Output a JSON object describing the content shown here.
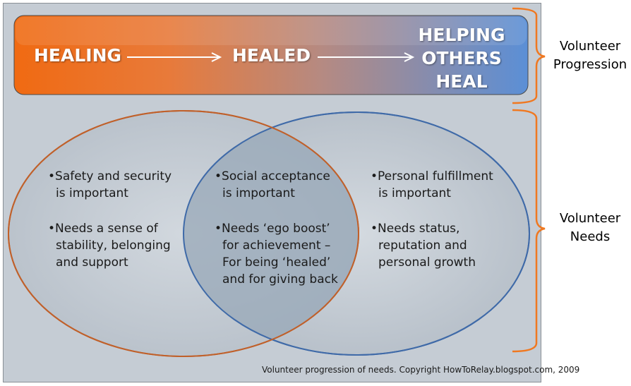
{
  "banner": {
    "stage1": "HEALING",
    "stage2": "HEALED",
    "stage3_line1": "HELPING",
    "stage3_line2": "OTHERS",
    "stage3_line3": "HEAL",
    "gradient_start": "#f06a12",
    "gradient_mid": "#c0826a",
    "gradient_end": "#5b8fd6"
  },
  "side_labels": {
    "progression_line1": "Volunteer",
    "progression_line2": "Progression",
    "needs_line1": "Volunteer",
    "needs_line2": "Needs",
    "brace_color": "#f07820"
  },
  "left_circle": {
    "border_color": "#c0602a",
    "bullets": [
      {
        "line1": "•Safety and security",
        "line2": "is important",
        "line3": ""
      },
      {
        "line1": "•Needs a sense of",
        "line2": "stability, belonging",
        "line3": "and support"
      }
    ]
  },
  "overlap": {
    "bullets": [
      {
        "line1": "•Social acceptance",
        "line2": "is important",
        "line3": "",
        "line4": ""
      },
      {
        "line1": "•Needs ‘ego boost’",
        "line2": "for achievement –",
        "line3": "For being ‘healed’",
        "line4": "and for giving back"
      }
    ]
  },
  "right_circle": {
    "border_color": "#3f6aa8",
    "bullets": [
      {
        "line1": "•Personal fulfillment",
        "line2": "is important",
        "line3": ""
      },
      {
        "line1": "•Needs status,",
        "line2": "reputation and",
        "line3": "personal growth"
      }
    ]
  },
  "footer": {
    "copyright": "Volunteer progression of needs.  Copyright HowToRelay.blogspot.com, 2009"
  }
}
